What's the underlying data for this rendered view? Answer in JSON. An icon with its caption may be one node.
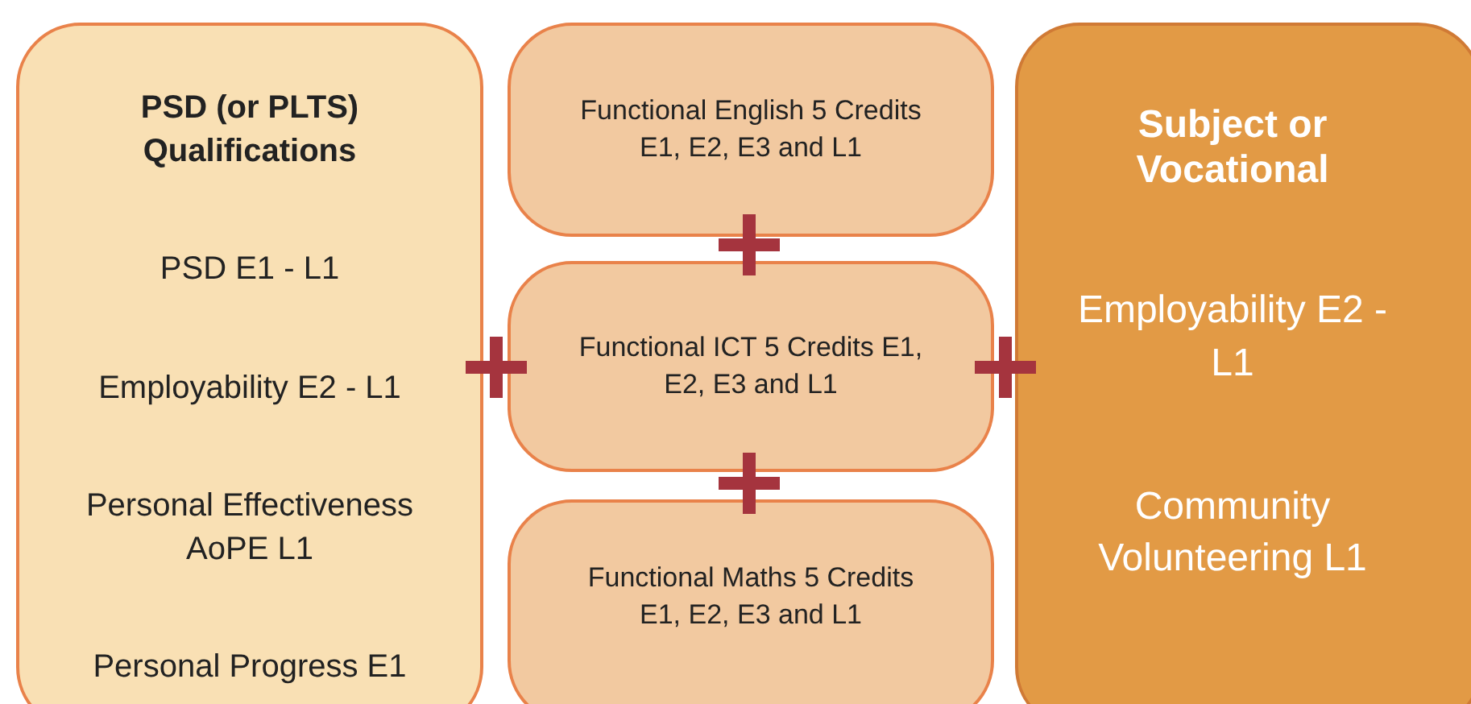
{
  "diagram": {
    "nodes": [
      {
        "text": [
          "PSD (or PLTS) Qualifications",
          "PSD E1 - L1",
          "Employability E2 - L1",
          "Personal Effectiveness AoPE L1",
          "Personal Progress E1"
        ]
      },
      {
        "text": [
          "Functional English 5 Credits E1, E2, E3 and L1"
        ]
      },
      {
        "text": [
          "Functional ICT 5 Credits E1, E2, E3 and L1"
        ]
      },
      {
        "text": [
          "Functional Maths 5 Credits E1, E2, E3 and L1"
        ]
      },
      {
        "text": [
          "Subject or Vocational",
          "Employability E2 - L1",
          "Community Volunteering L1"
        ]
      }
    ]
  }
}
